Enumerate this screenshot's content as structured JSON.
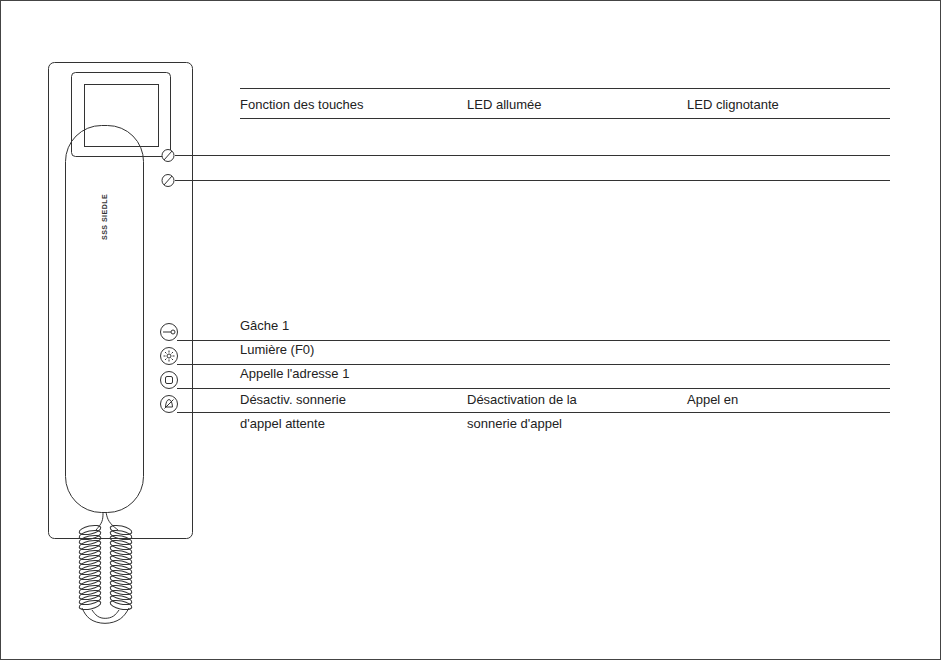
{
  "diagram": {
    "labels": [
      "SSS SIEDLE",
      "Fonction des touches",
      "LED allumée",
      "LED clignotante",
      "Gâche 1",
      "Lumière (F0)",
      "Appelle l'adresse 1",
      "Désactiv. sonnerie",
      "d'appel attente",
      "Désactivation de la",
      "sonnerie d'appel",
      "Appel en"
    ]
  }
}
